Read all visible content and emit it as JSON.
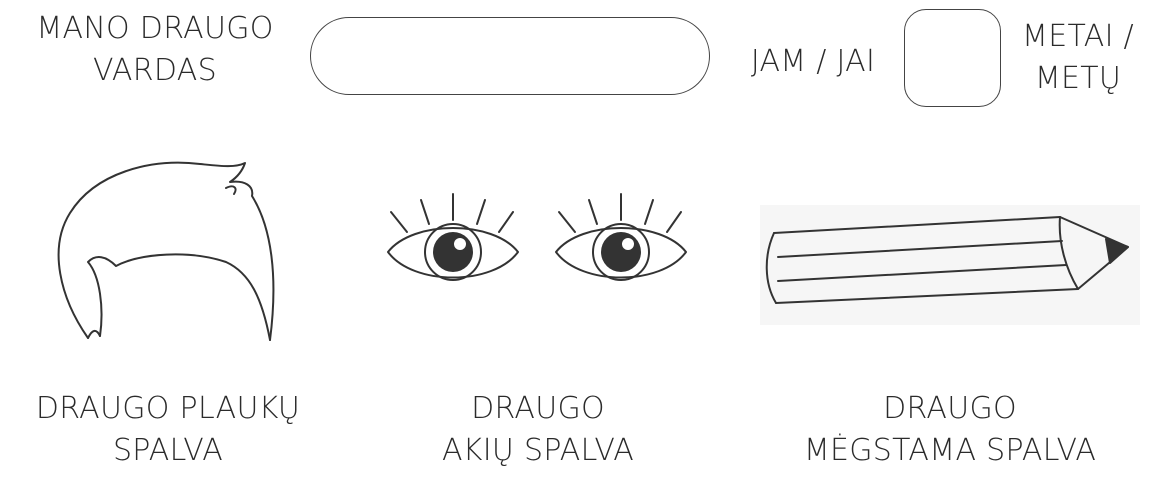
{
  "header": {
    "name_label_line1": "MANO DRAUGO",
    "name_label_line2": "VARDAS",
    "name_field_value": "",
    "age_prefix": "JAM / JAI",
    "age_field_value": "",
    "age_suffix_line1": "METAI /",
    "age_suffix_line2": "METŲ"
  },
  "captions": {
    "hair_line1": "DRAUGO PLAUKŲ",
    "hair_line2": "SPALVA",
    "eyes_line1": "DRAUGO",
    "eyes_line2": "AKIŲ SPALVA",
    "favorite_line1": "DRAUGO",
    "favorite_line2": "MĖGSTAMA SPALVA"
  },
  "icons": {
    "hair": "hair-icon",
    "eyes": "eyes-icon",
    "pencil": "pencil-icon"
  },
  "colors": {
    "ink": "#2b2b2b",
    "outline": "#444444",
    "background": "#ffffff"
  }
}
